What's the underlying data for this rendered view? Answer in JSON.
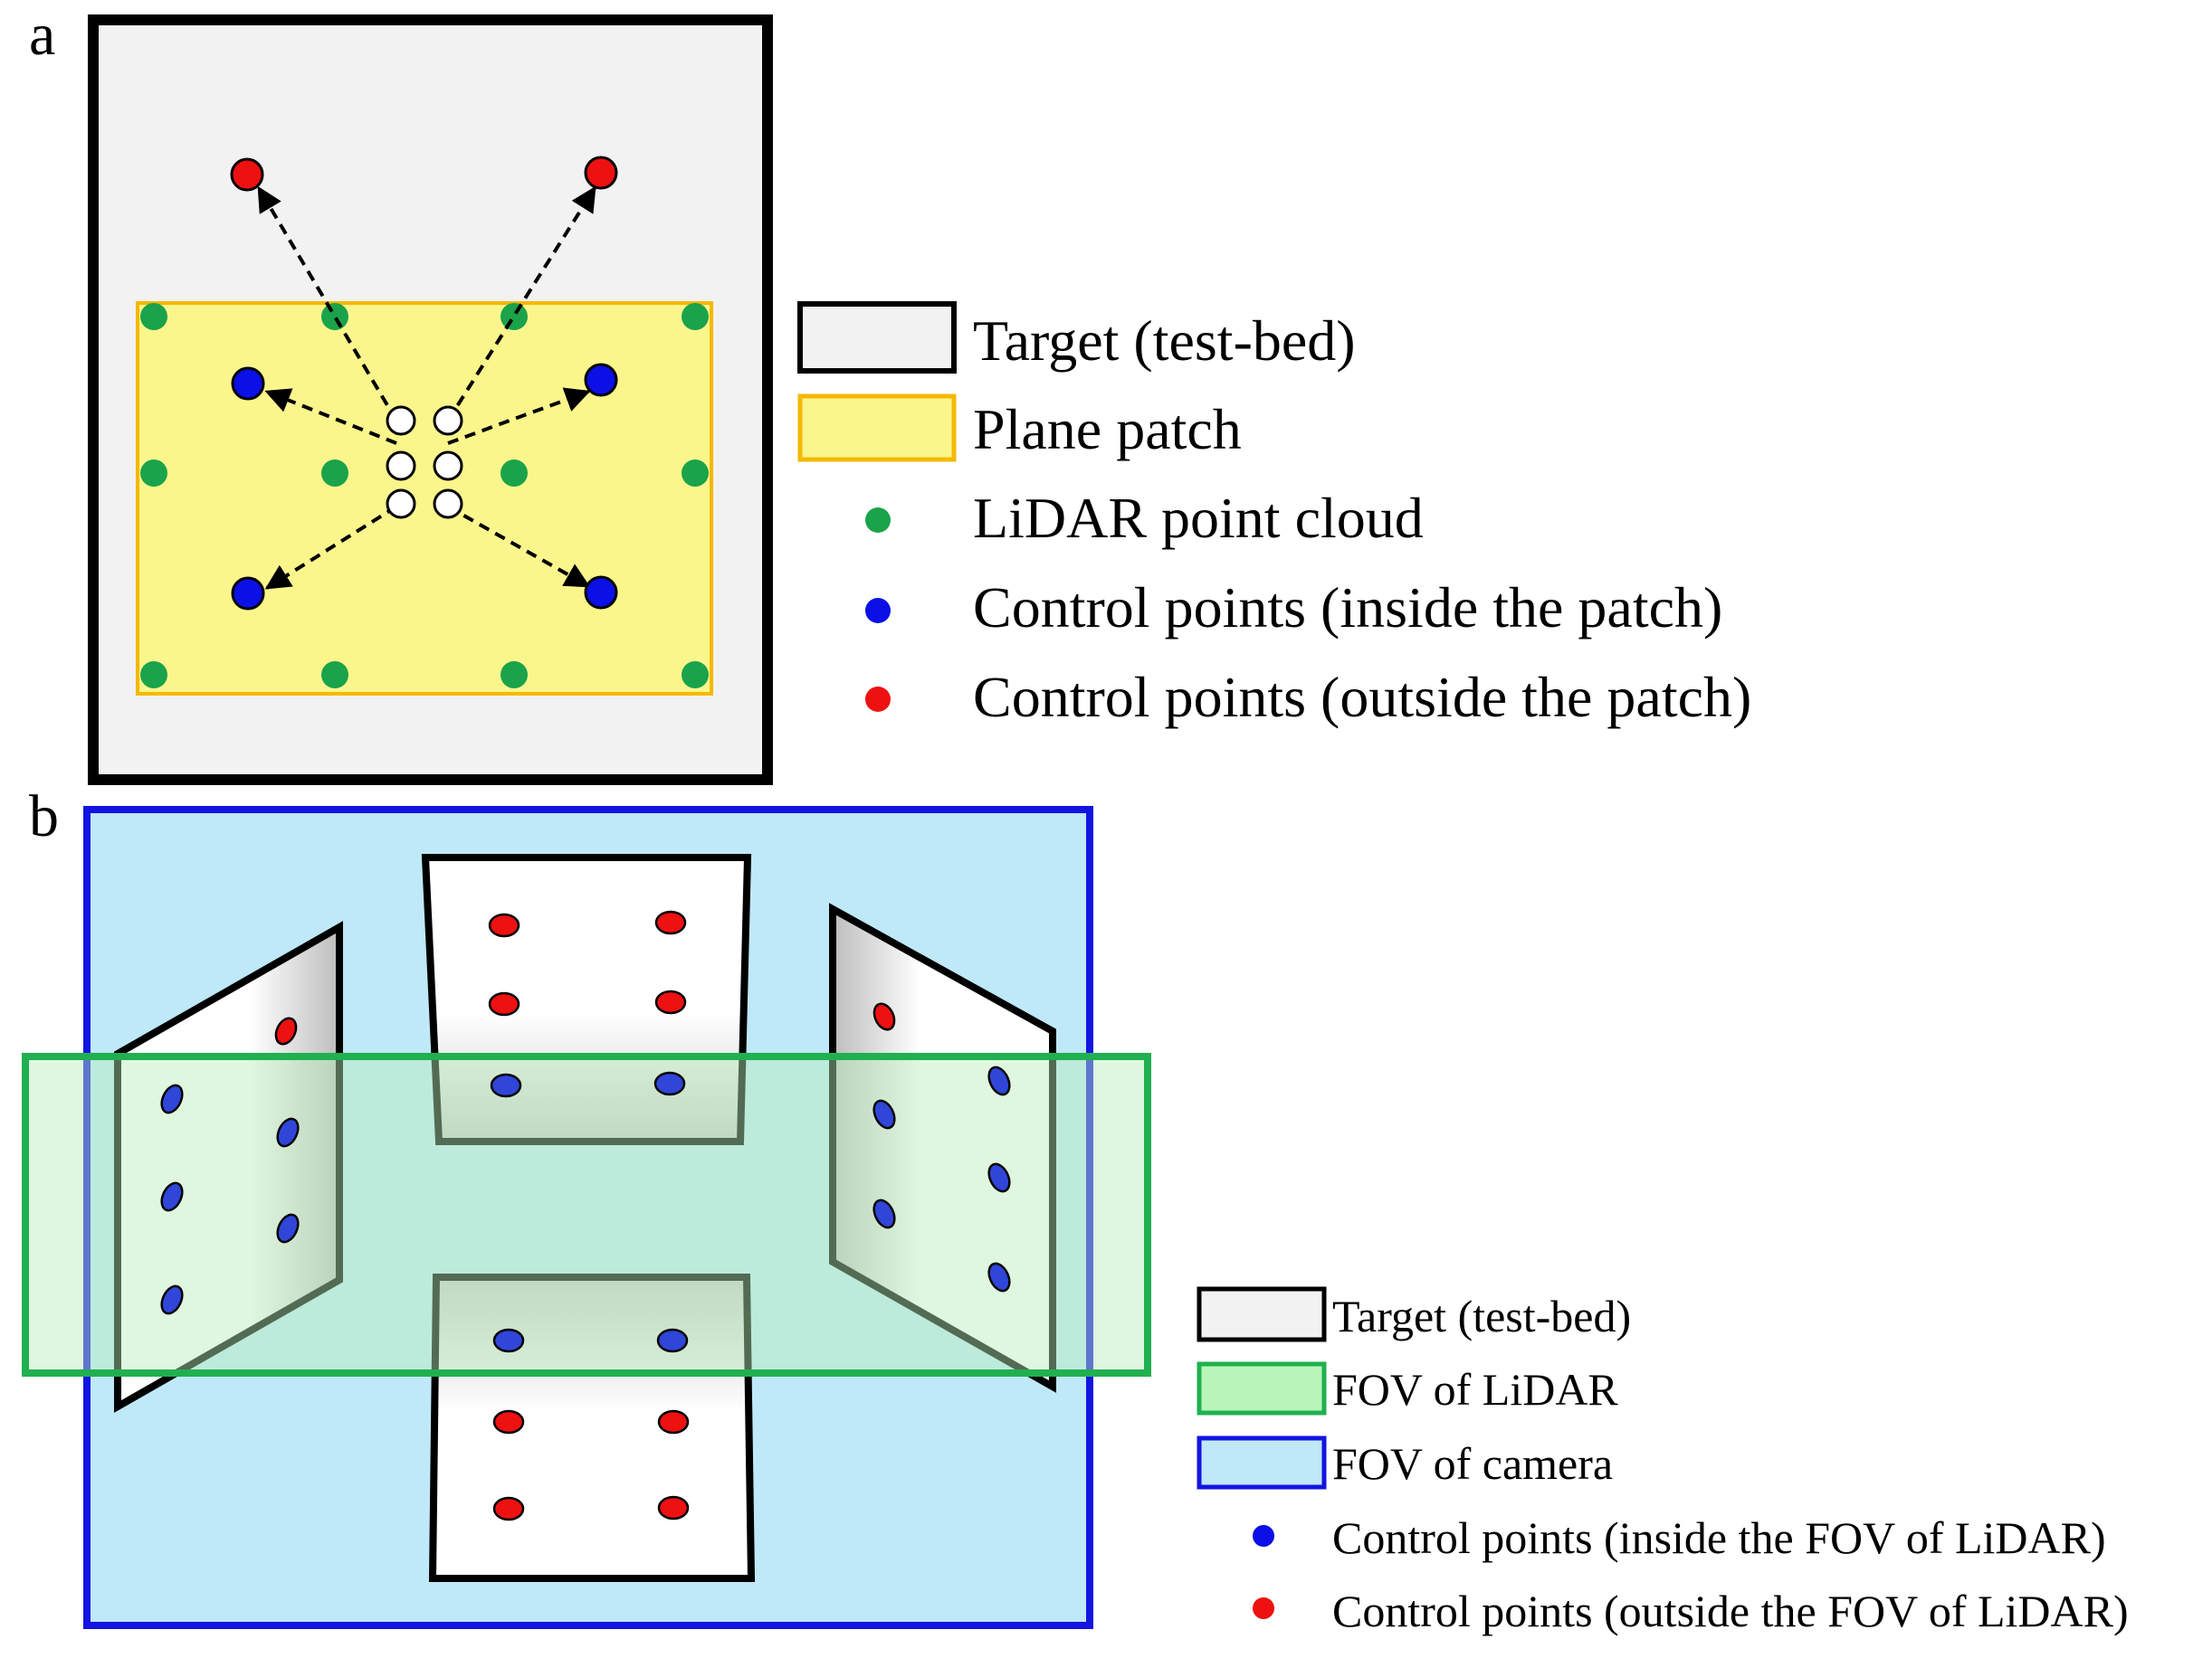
{
  "panel_a": {
    "label": "a",
    "legend": [
      {
        "text": "Target (test-bed)"
      },
      {
        "text": "Plane patch"
      },
      {
        "text": "LiDAR point cloud"
      },
      {
        "text": "Control points (inside the patch)"
      },
      {
        "text": "Control points (outside the patch)"
      }
    ]
  },
  "panel_b": {
    "label": "b",
    "legend": [
      {
        "text": "Target (test-bed)"
      },
      {
        "text": "FOV of LiDAR"
      },
      {
        "text": "FOV of camera"
      },
      {
        "text": "Control points (inside the FOV of LiDAR)"
      },
      {
        "text": "Control points (outside the FOV of LiDAR)"
      }
    ]
  },
  "colors": {
    "target_fill": "#f2f2f2",
    "plane_patch_fill": "#fbf68c",
    "plane_patch_border": "#f5b800",
    "lidar_point": "#1aa34a",
    "control_inside": "#0a10e6",
    "control_outside": "#ee1111",
    "camera_fov_fill": "#bfe8f8",
    "camera_fov_border": "#1414e0",
    "lidar_fov_fill": "#b8edb8",
    "lidar_fov_border": "#20b050"
  }
}
